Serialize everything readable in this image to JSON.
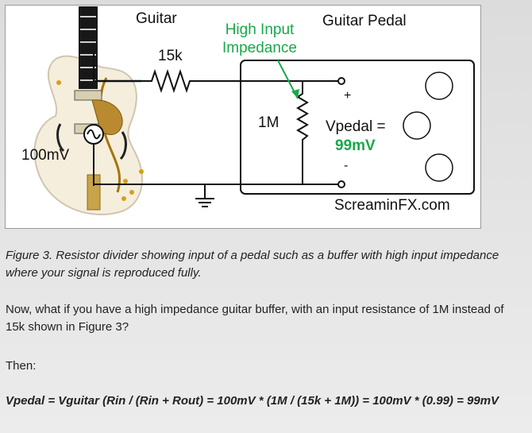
{
  "figure": {
    "label_guitar": "Guitar",
    "label_pedal": "Guitar Pedal",
    "label_high_input": [
      "High Input",
      "Impedance"
    ],
    "label_rout": "15k",
    "label_rin": "1M",
    "label_source": "100mV",
    "label_plus": "+",
    "label_minus": "-",
    "label_vpedal": "Vpedal =",
    "label_vpedal_value": "99mV",
    "label_site": "ScreaminFX.com",
    "colors": {
      "accent": "#1aa84b",
      "wire": "#111111",
      "frame": "#9a9a9a"
    }
  },
  "caption": "Figure 3. Resistor divider showing input of a pedal such as a buffer with high input impedance where your signal is reproduced fully.",
  "question": "Now, what if you have a high impedance guitar buffer, with an input resistance of 1M instead of 15k shown in Figure 3?",
  "then": "Then:",
  "formula": "Vpedal = Vguitar (Rin / (Rin + Rout) = 100mV * (1M / (15k + 1M)) = 100mV * (0.99) = 99mV"
}
